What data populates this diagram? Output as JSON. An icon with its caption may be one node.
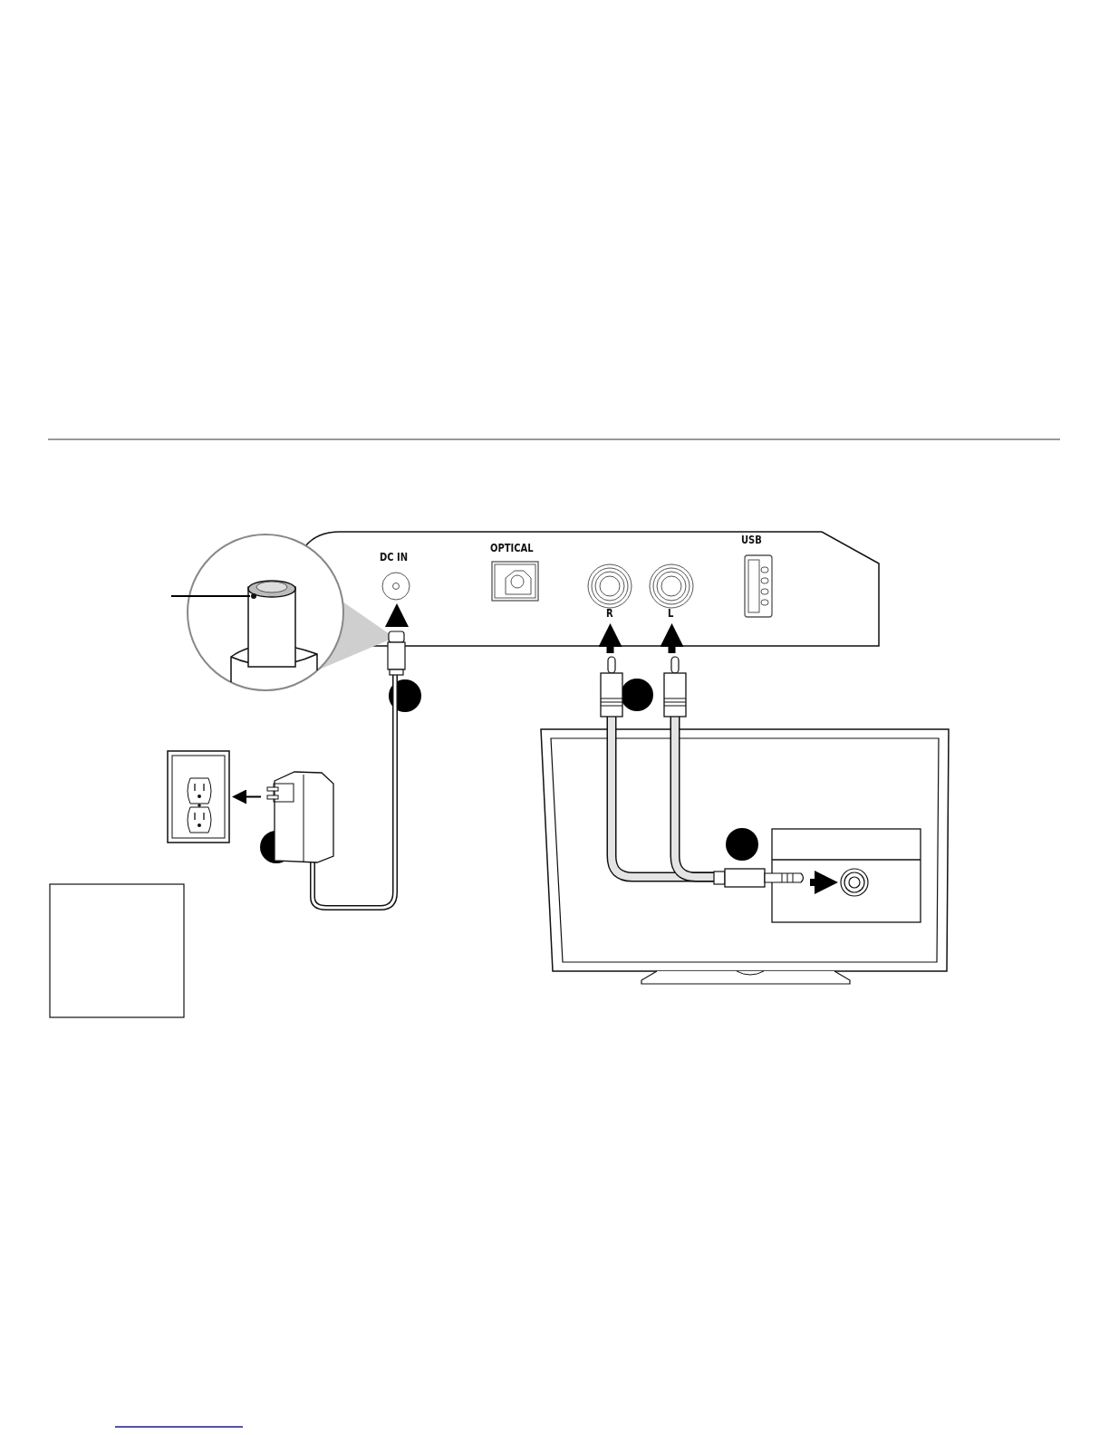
{
  "diagram": {
    "nodes": [
      {
        "text": [
          "DC IN"
        ]
      },
      {
        "text": [
          "OPTICAL"
        ]
      },
      {
        "text": [
          "R"
        ]
      },
      {
        "text": [
          "L"
        ]
      },
      {
        "text": [
          "USB"
        ]
      },
      {
        "text": [],
        "shape": "adapter"
      },
      {
        "text": [],
        "shape": "outlet"
      },
      {
        "text": [],
        "shape": "cable"
      },
      {
        "text": [],
        "shape": "circle"
      },
      {
        "text": [],
        "shape": "circle"
      }
    ],
    "edges": [
      {
        "from": 5,
        "to": 0,
        "arrow": "to"
      },
      {
        "from": 5,
        "to": 6,
        "arrow": "to"
      },
      {
        "from": 7,
        "to": 2,
        "arrow": "to"
      },
      {
        "from": 7,
        "to": 3,
        "arrow": "to"
      },
      {
        "from": 7,
        "to": 8,
        "arrow": "to"
      },
      {
        "from": null,
        "to": 9,
        "arrow": "none"
      }
    ]
  }
}
